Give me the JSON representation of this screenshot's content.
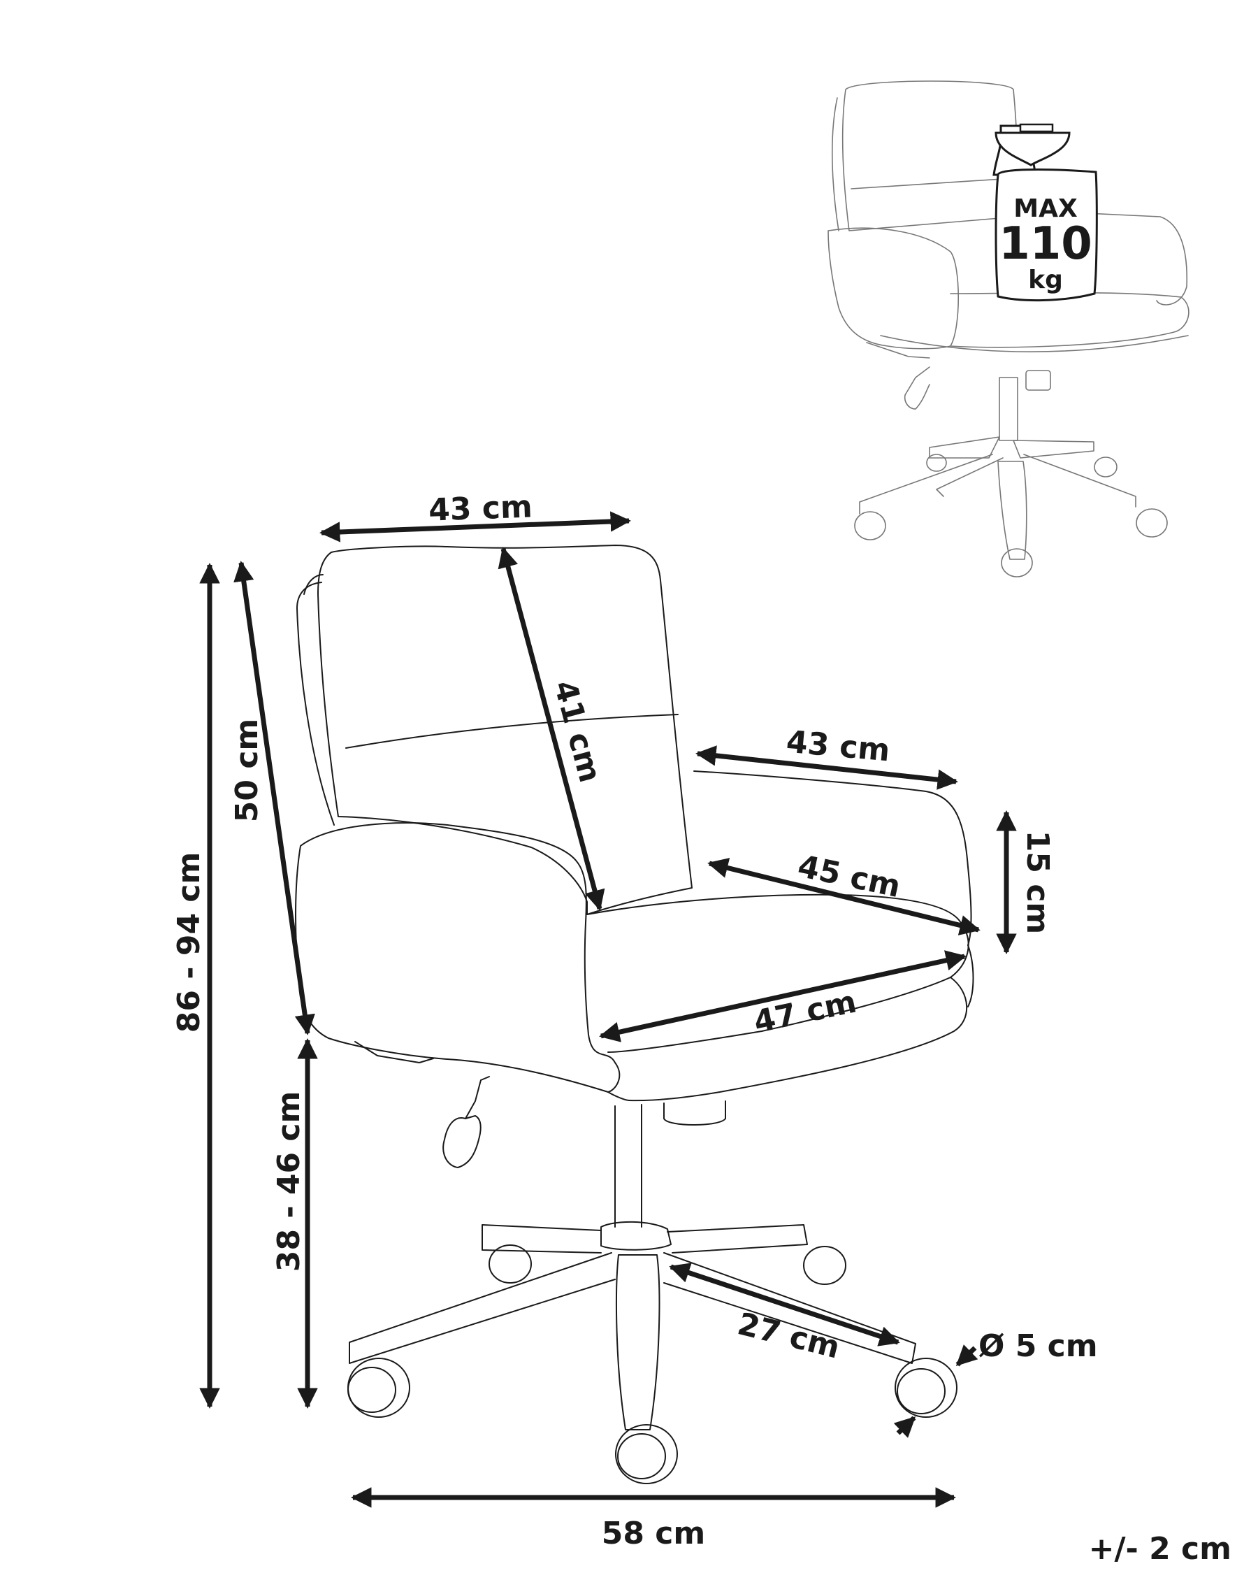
{
  "weight_limit": {
    "label": "MAX",
    "value": "110",
    "unit": "kg"
  },
  "dimensions": {
    "backrest_width": "43 cm",
    "backrest_height": "41 cm",
    "armrest_length": "43 cm",
    "armrest_height": "15 cm",
    "seat_depth": "45 cm",
    "seat_width": "47 cm",
    "back_height": "50 cm",
    "total_height": "86 - 94 cm",
    "seat_height": "38 - 46 cm",
    "leg_length": "27 cm",
    "wheel_diameter": "Ø 5 cm",
    "base_width": "58 cm"
  },
  "tolerance": "+/- 2 cm"
}
